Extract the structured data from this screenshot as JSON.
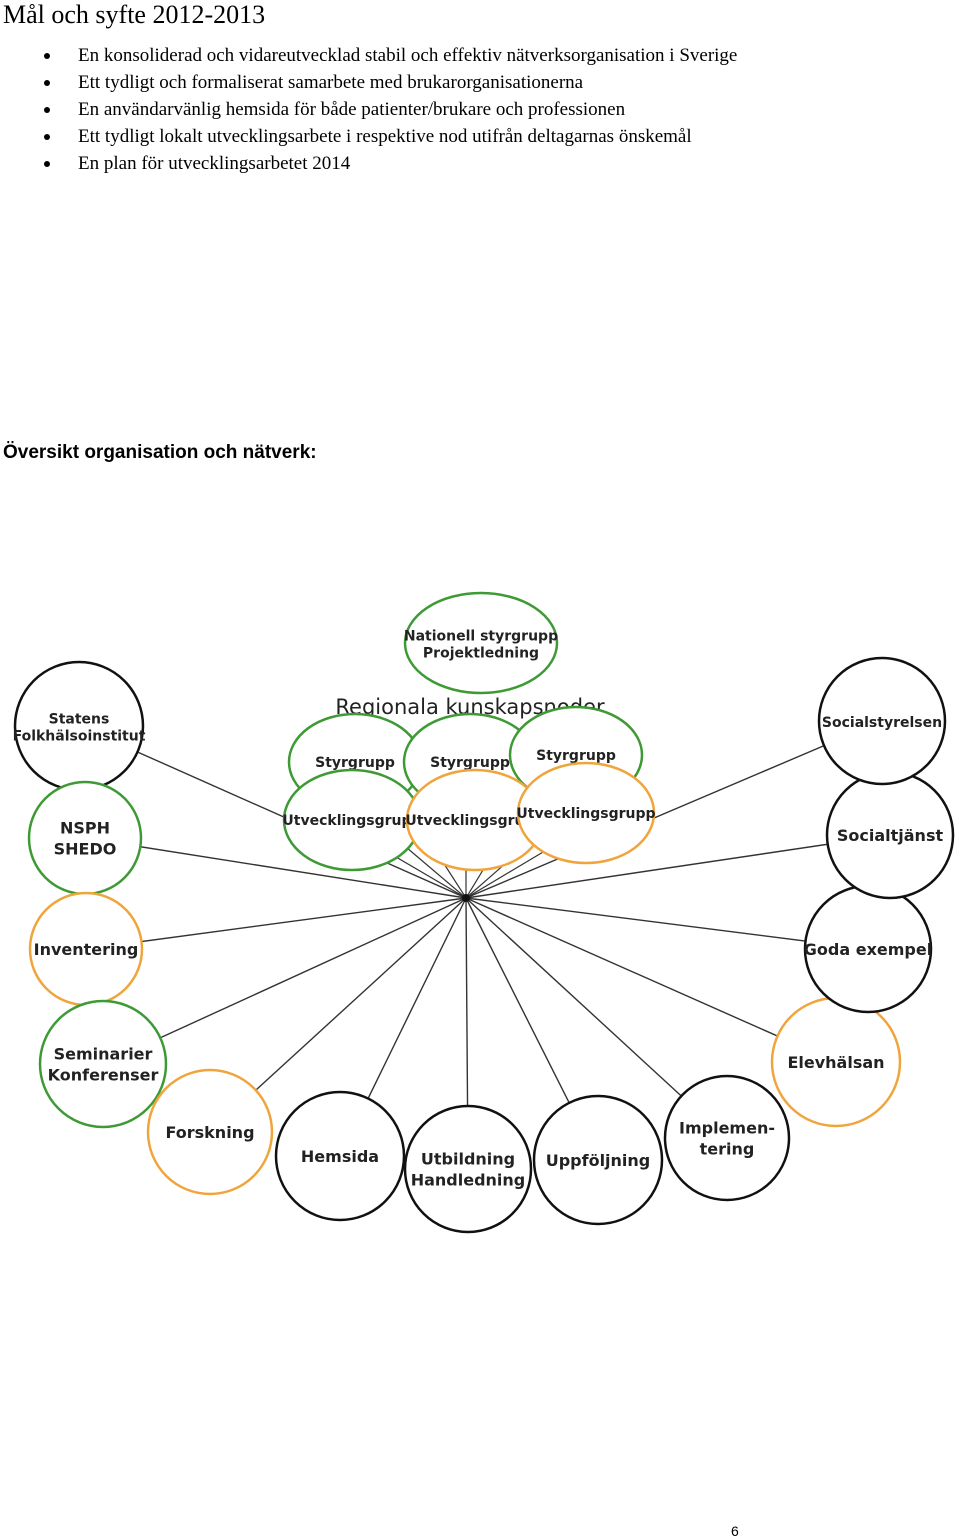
{
  "heading": "Mål och syfte 2012-2013",
  "goals": [
    "En konsoliderad och vidareutvecklad stabil och effektiv nätverksorganisation i Sverige",
    "Ett tydligt och formaliserat samarbete med brukarorganisationerna",
    "En användarvänlig hemsida för både patienter/brukare och professionen",
    "Ett tydligt lokalt utvecklingsarbete i respektive nod utifrån deltagarnas önskemål",
    "En plan för utvecklingsarbetet 2014"
  ],
  "overview_title": "Översikt organisation och nätverk:",
  "diagram": {
    "colors": {
      "green": "#3d9a34",
      "orange": "#f0a53c",
      "black": "#111111",
      "line": "#333333"
    },
    "cluster_label": "Regionala kunskapsnoder",
    "top": {
      "lines": [
        "Nationell styrgrupp",
        "Projektledning"
      ],
      "color": "green"
    },
    "styrgrupper": [
      {
        "label": "Styrgrupp",
        "color": "green"
      },
      {
        "label": "Styrgrupp",
        "color": "green"
      },
      {
        "label": "Styrgrupp",
        "color": "green"
      }
    ],
    "utvecklingsgrupper": [
      {
        "label": "Utvecklingsgrupp",
        "color": "green"
      },
      {
        "label": "Utvecklingsgrupp",
        "color": "orange"
      },
      {
        "label": "Utvecklingsgrupp",
        "color": "orange"
      }
    ],
    "nodes": [
      {
        "id": "statens",
        "lines": [
          "Statens",
          "Folkhälsoinstitut"
        ],
        "color": "black"
      },
      {
        "id": "nsph",
        "lines": [
          "NSPH",
          "SHEDO"
        ],
        "color": "green"
      },
      {
        "id": "inventering",
        "lines": [
          "Inventering"
        ],
        "color": "orange"
      },
      {
        "id": "seminarier",
        "lines": [
          "Seminarier",
          "Konferenser"
        ],
        "color": "green"
      },
      {
        "id": "forskning",
        "lines": [
          "Forskning"
        ],
        "color": "orange"
      },
      {
        "id": "hemsida",
        "lines": [
          "Hemsida"
        ],
        "color": "black"
      },
      {
        "id": "utbildning",
        "lines": [
          "Utbildning",
          "Handledning"
        ],
        "color": "black"
      },
      {
        "id": "uppfoljning",
        "lines": [
          "Uppföljning"
        ],
        "color": "black"
      },
      {
        "id": "implementering",
        "lines": [
          "Implemen-",
          "tering"
        ],
        "color": "black"
      },
      {
        "id": "elevhalsan",
        "lines": [
          "Elevhälsan"
        ],
        "color": "orange"
      },
      {
        "id": "goda",
        "lines": [
          "Goda exempel"
        ],
        "color": "black"
      },
      {
        "id": "socialtjanst",
        "lines": [
          "Socialtjänst"
        ],
        "color": "black"
      },
      {
        "id": "socialstyrelsen",
        "lines": [
          "Socialstyrelsen"
        ],
        "color": "black"
      }
    ]
  },
  "page_number": "6"
}
